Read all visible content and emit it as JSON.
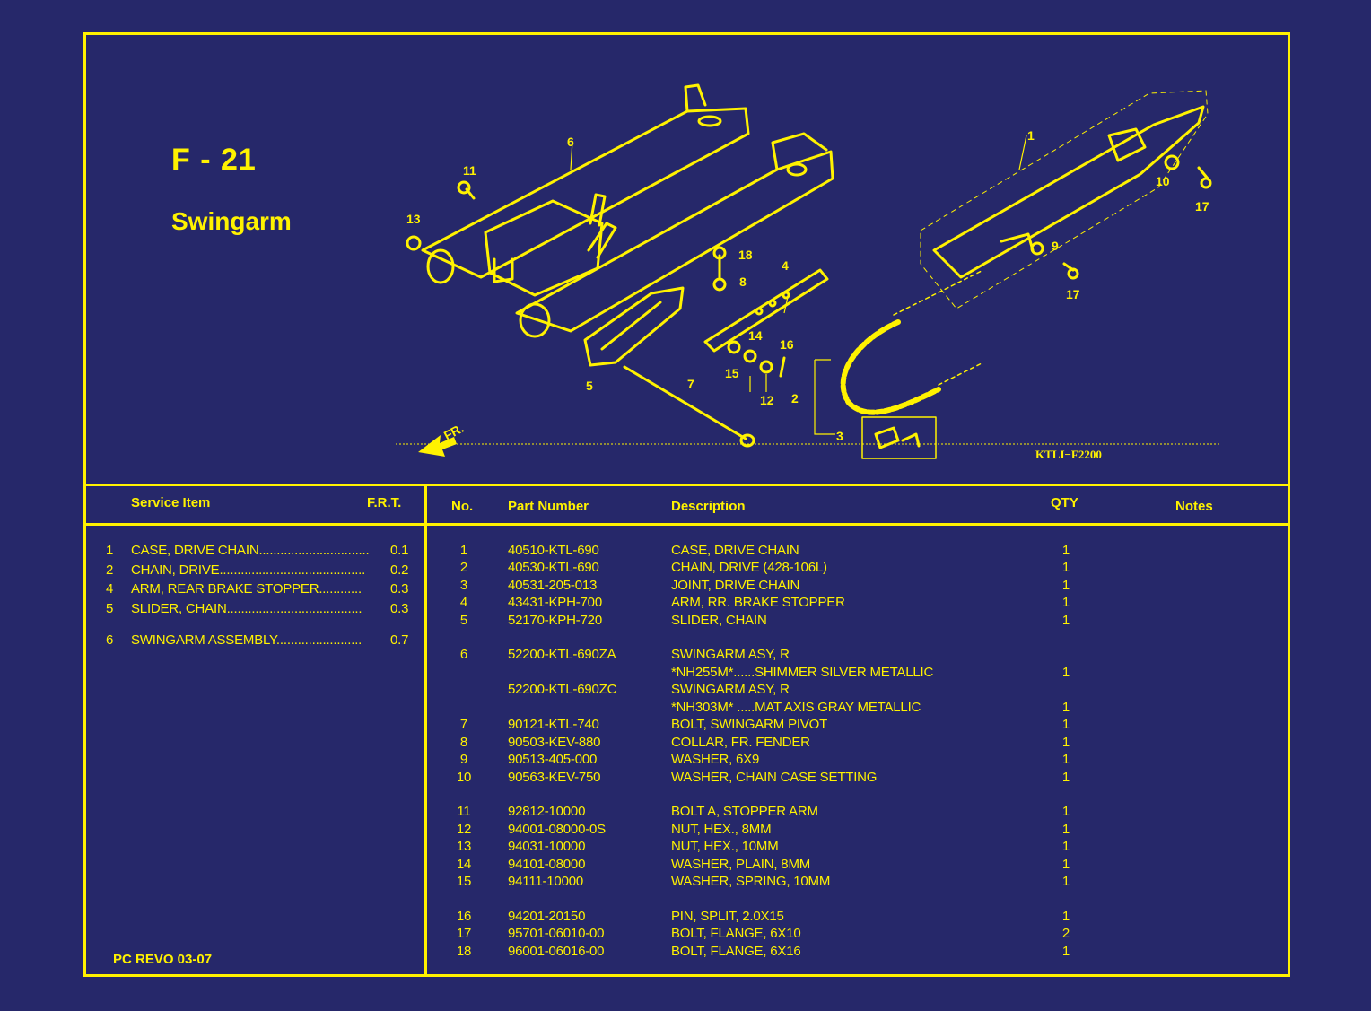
{
  "figure": {
    "code": "F - 21",
    "name": "Swingarm",
    "drawing_ref": "KTLI−F2200",
    "front_arrow": "FR."
  },
  "callouts": [
    "1",
    "2",
    "3",
    "4",
    "5",
    "6",
    "7",
    "8",
    "9",
    "10",
    "11",
    "12",
    "13",
    "14",
    "15",
    "16",
    "17",
    "18"
  ],
  "service_table": {
    "headers": {
      "item": "Service Item",
      "frt": "F.R.T."
    },
    "rows": [
      {
        "no": "1",
        "text": "CASE, DRIVE CHAIN...............................",
        "frt": "0.1"
      },
      {
        "no": "2",
        "text": "CHAIN, DRIVE.........................................",
        "frt": "0.2"
      },
      {
        "no": "4",
        "text": "ARM, REAR BRAKE STOPPER............",
        "frt": "0.3"
      },
      {
        "no": "5",
        "text": "SLIDER, CHAIN......................................",
        "frt": "0.3"
      },
      {
        "no": "6",
        "text": "SWINGARM ASSEMBLY........................",
        "frt": "0.7"
      }
    ]
  },
  "parts_table": {
    "headers": {
      "no": "No.",
      "part_number": "Part Number",
      "description": "Description",
      "qty": "QTY",
      "notes": "Notes"
    },
    "rows": [
      {
        "no": "1",
        "pn": "40510-KTL-690",
        "desc": "CASE, DRIVE CHAIN",
        "qty": "1"
      },
      {
        "no": "2",
        "pn": "40530-KTL-690",
        "desc": "CHAIN, DRIVE (428-106L)",
        "qty": "1"
      },
      {
        "no": "3",
        "pn": "40531-205-013",
        "desc": "JOINT, DRIVE CHAIN",
        "qty": "1"
      },
      {
        "no": "4",
        "pn": "43431-KPH-700",
        "desc": "ARM, RR. BRAKE STOPPER",
        "qty": "1"
      },
      {
        "no": "5",
        "pn": "52170-KPH-720",
        "desc": "SLIDER, CHAIN",
        "qty": "1"
      },
      {
        "no": "6",
        "pn": "52200-KTL-690ZA",
        "desc": "SWINGARM ASY, R",
        "qty": ""
      },
      {
        "no": "",
        "pn": "",
        "desc": "*NH255M*......SHIMMER SILVER METALLIC",
        "qty": "1"
      },
      {
        "no": "",
        "pn": "52200-KTL-690ZC",
        "desc": "SWINGARM ASY, R",
        "qty": ""
      },
      {
        "no": "",
        "pn": "",
        "desc": "*NH303M* .....MAT AXIS GRAY METALLIC",
        "qty": "1"
      },
      {
        "no": "7",
        "pn": "90121-KTL-740",
        "desc": "BOLT, SWINGARM PIVOT",
        "qty": "1"
      },
      {
        "no": "8",
        "pn": "90503-KEV-880",
        "desc": "COLLAR, FR. FENDER",
        "qty": "1"
      },
      {
        "no": "9",
        "pn": "90513-405-000",
        "desc": "WASHER, 6X9",
        "qty": "1"
      },
      {
        "no": "10",
        "pn": "90563-KEV-750",
        "desc": "WASHER, CHAIN CASE SETTING",
        "qty": "1"
      },
      {
        "no": "11",
        "pn": "92812-10000",
        "desc": "BOLT A, STOPPER ARM",
        "qty": "1"
      },
      {
        "no": "12",
        "pn": "94001-08000-0S",
        "desc": "NUT, HEX., 8MM",
        "qty": "1"
      },
      {
        "no": "13",
        "pn": "94031-10000",
        "desc": "NUT, HEX., 10MM",
        "qty": "1"
      },
      {
        "no": "14",
        "pn": "94101-08000",
        "desc": "WASHER, PLAIN, 8MM",
        "qty": "1"
      },
      {
        "no": "15",
        "pn": "94111-10000",
        "desc": "WASHER, SPRING, 10MM",
        "qty": "1"
      },
      {
        "no": "16",
        "pn": "94201-20150",
        "desc": "PIN, SPLIT, 2.0X15",
        "qty": "1"
      },
      {
        "no": "17",
        "pn": "95701-06010-00",
        "desc": "BOLT, FLANGE, 6X10",
        "qty": "2"
      },
      {
        "no": "18",
        "pn": "96001-06016-00",
        "desc": "BOLT, FLANGE, 6X16",
        "qty": "1"
      }
    ]
  },
  "footer": "PC REVO   03-07"
}
